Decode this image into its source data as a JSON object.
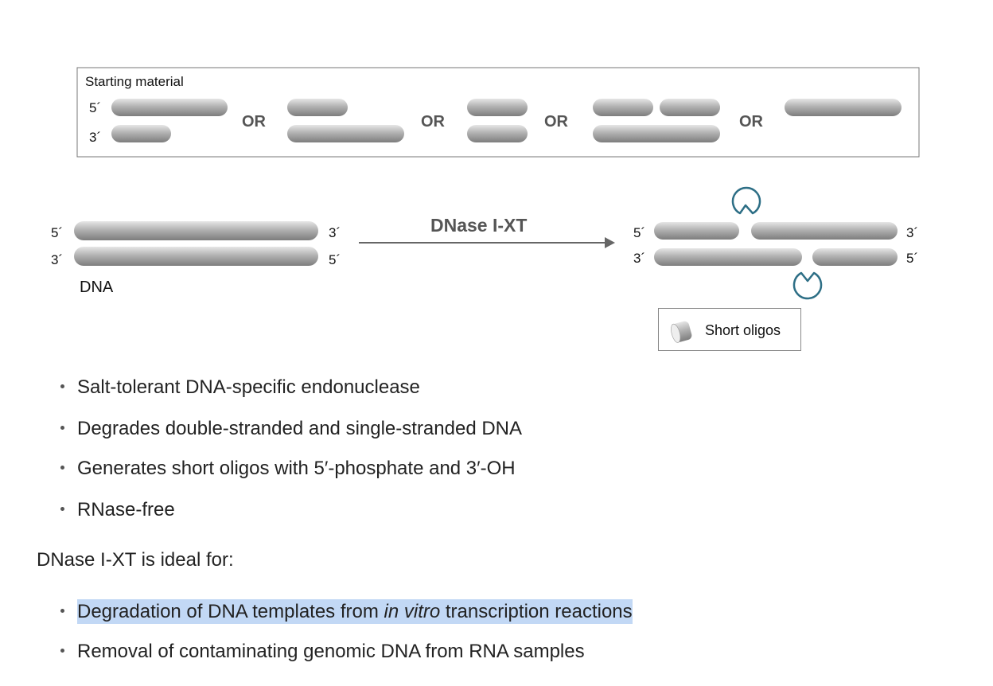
{
  "starting_material": {
    "title": "Starting material",
    "label_5": "5´",
    "label_3": "3´",
    "or": "OR"
  },
  "reaction": {
    "left_5": "5´",
    "left_3": "3´",
    "left_end_3": "3´",
    "left_end_5": "5´",
    "dna_label": "DNA",
    "enzyme": "DNase I-XT",
    "right_5": "5´",
    "right_3": "3´",
    "right_end_3": "3´",
    "right_end_5": "5´"
  },
  "legend": {
    "label": "Short oligos"
  },
  "features": [
    "Salt-tolerant DNA-specific endonuclease",
    "Degrades double-stranded and single-stranded DNA",
    "Generates short oligos with 5′-phosphate and 3′-OH",
    "RNase-free"
  ],
  "ideal_for_heading": "DNase I-XT is ideal for:",
  "applications": [
    {
      "pre": "Degradation of DNA templates from ",
      "italic": "in vitro",
      "post": " transcription reactions"
    },
    {
      "text": "Removal of contaminating genomic DNA from RNA samples"
    }
  ],
  "colors": {
    "enzyme": "#2e6f86",
    "highlight": "#c2d8f5",
    "strand": "#9a9a9a"
  }
}
